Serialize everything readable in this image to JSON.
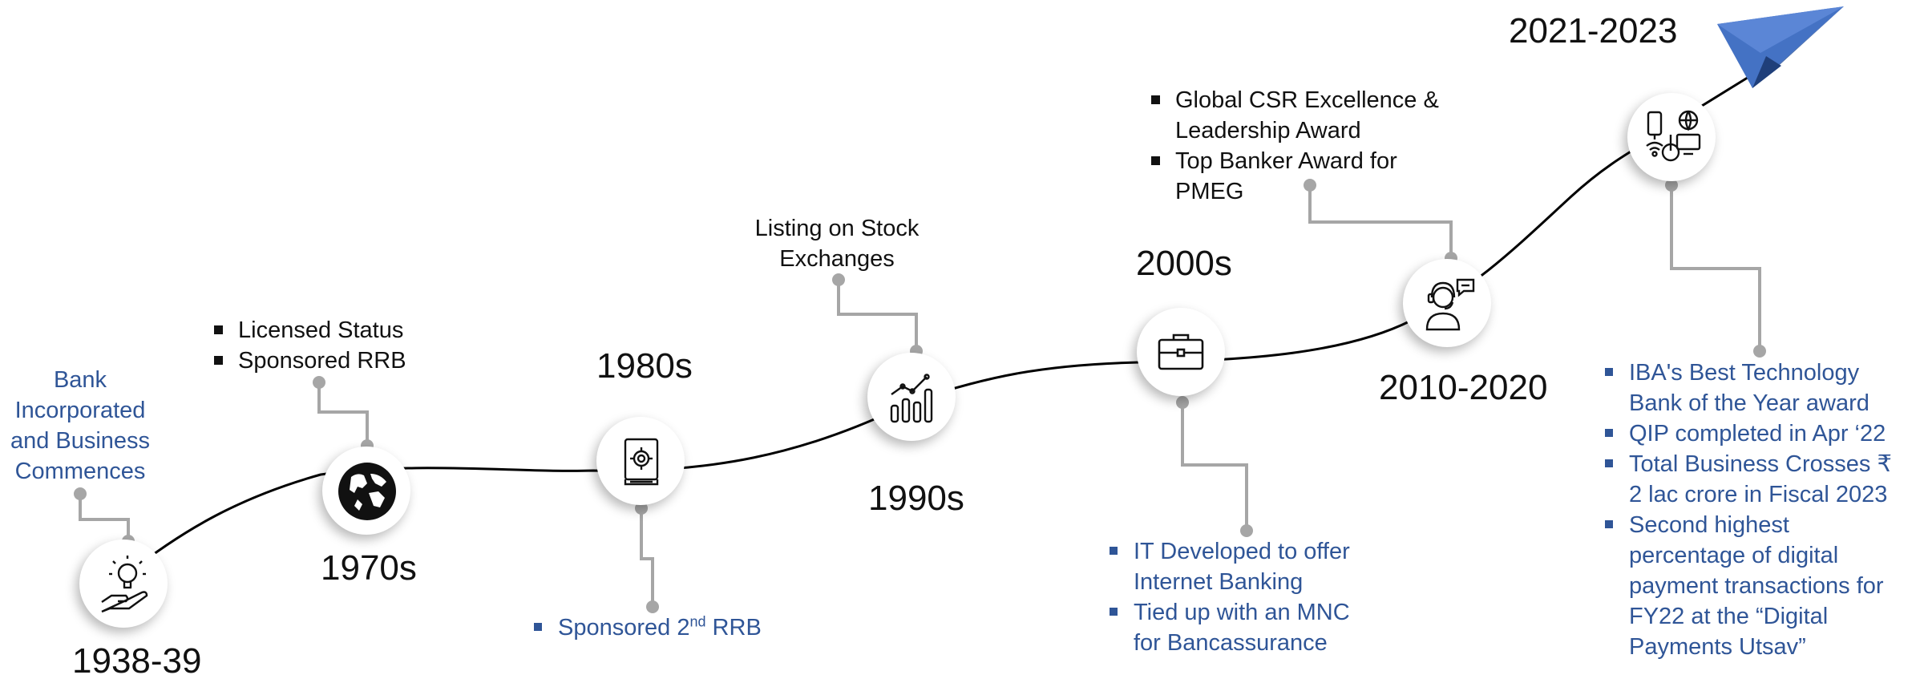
{
  "milestones": [
    {
      "era": "1938-39",
      "details": "Bank Incorporated and Business Commences"
    },
    {
      "era": "1970s",
      "points": [
        "Licensed Status",
        "Sponsored RRB"
      ]
    },
    {
      "era": "1980s",
      "point_pre": "Sponsored 2",
      "point_sup": "nd",
      "point_post": " RRB"
    },
    {
      "era": "1990s",
      "details": "Listing on Stock Exchanges"
    },
    {
      "era": "2000s",
      "points": [
        "IT Developed to offer Internet Banking",
        "Tied up with an MNC for Bancassurance"
      ]
    },
    {
      "era": "2010-2020",
      "points": [
        "Global CSR Excellence & Leadership Award",
        "Top Banker Award for PMEG"
      ]
    },
    {
      "era": "2021-2023",
      "points": [
        "IBA's Best Technology Bank of the Year award",
        "QIP completed in Apr ‘22",
        "Total Business Crosses ₹ 2 lac crore in Fiscal 2023",
        "Second highest percentage of digital payment transactions for FY22 at the “Digital Payments Utsav”"
      ]
    }
  ],
  "icons": [
    "lightbulb-hand-icon",
    "globe-icon",
    "gear-book-icon",
    "growth-chart-icon",
    "briefcase-icon",
    "customer-support-icon",
    "digital-devices-icon",
    "paper-plane-icon"
  ],
  "colors": {
    "blue_text": "#2f5597",
    "connector": "#a6a6a6",
    "curve": "#000000",
    "plane": "#4472c4"
  }
}
